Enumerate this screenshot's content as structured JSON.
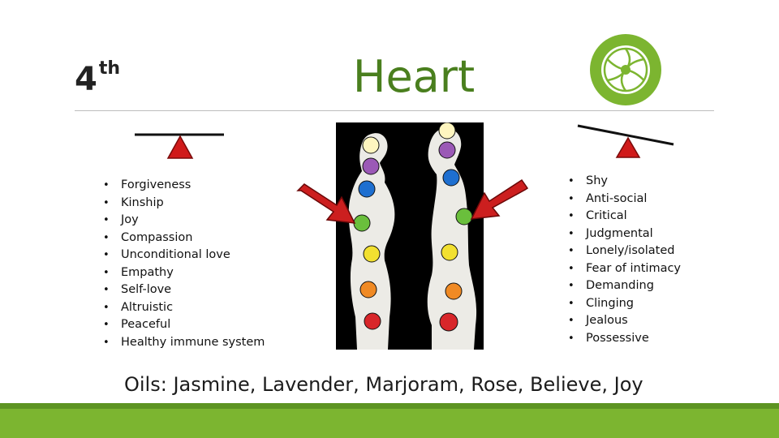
{
  "slide": {
    "number": "4",
    "number_suffix": "th",
    "title": "Heart"
  },
  "balanced_traits": [
    "Forgiveness",
    "Kinship",
    "Joy",
    "Compassion",
    "Unconditional love",
    "Empathy",
    "Self-love",
    "Altruistic",
    "Peaceful",
    "Healthy immune system"
  ],
  "imbalanced_traits": [
    "Shy",
    "Anti-social",
    "Critical",
    "Judgmental",
    "Lonely/isolated",
    "Fear of intimacy",
    "Demanding",
    "Clinging",
    "Jealous",
    "Possessive"
  ],
  "oils_line": "Oils:  Jasmine, Lavender, Marjoram, Rose, Believe, Joy",
  "icons": {
    "chakra": "heart-chakra-icon",
    "balance_left": "balanced-scale-icon",
    "balance_right": "tilted-scale-icon",
    "arrow": "red-arrow-icon"
  },
  "colors": {
    "title": "#4a7f1e",
    "accent_green": "#7cb530",
    "arrow_red": "#cc1f1f",
    "fulcrum_red": "#d01a1a",
    "chakra_colors": [
      "#ffffff",
      "#9b59b6",
      "#1e6fd0",
      "#6abf3c",
      "#f2e030",
      "#f08a24",
      "#d8262a"
    ]
  }
}
